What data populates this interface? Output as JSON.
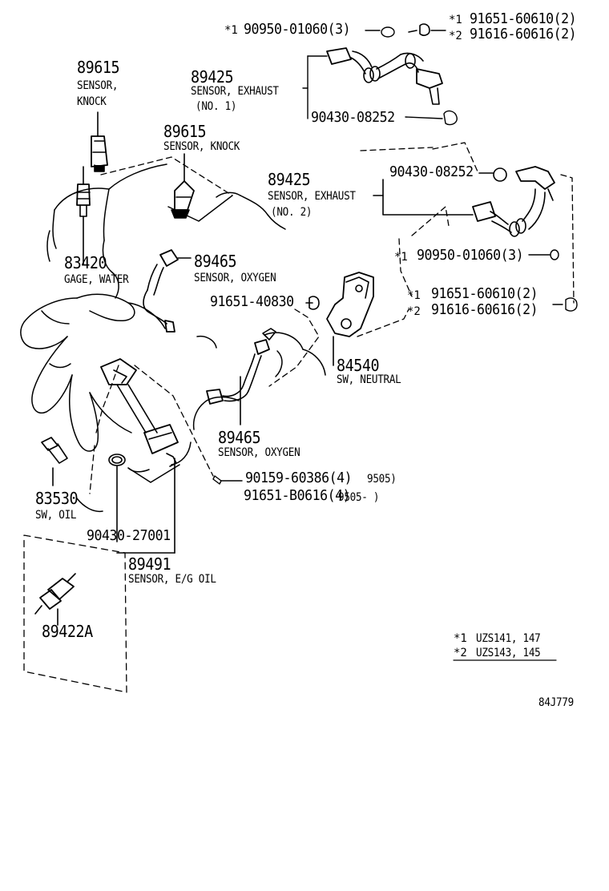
{
  "diagram_id": "84J779",
  "parts": {
    "knock_sensor_1": {
      "number": "89615",
      "name_line1": "SENSOR,",
      "name_line2": "KNOCK"
    },
    "knock_sensor_2": {
      "number": "89615",
      "name": "SENSOR, KNOCK"
    },
    "exhaust_sensor_1": {
      "number": "89425",
      "name": "SENSOR, EXHAUST",
      "qualifier": "(NO. 1)"
    },
    "exhaust_sensor_2": {
      "number": "89425",
      "name": "SENSOR, EXHAUST",
      "qualifier": "(NO. 2)"
    },
    "water_gage": {
      "number": "83420",
      "name": "GAGE, WATER"
    },
    "oxygen_sensor_1": {
      "number": "89465",
      "name": "SENSOR, OXYGEN"
    },
    "oxygen_sensor_2": {
      "number": "89465",
      "name": "SENSOR, OXYGEN"
    },
    "neutral_switch": {
      "number": "84540",
      "name": "SW, NEUTRAL"
    },
    "oil_switch": {
      "number": "83530",
      "name": "SW, OIL"
    },
    "eg_oil_sensor": {
      "number": "89491",
      "name": "SENSOR, E/G OIL"
    },
    "sender_89422a": {
      "number": "89422A"
    }
  },
  "fasteners": {
    "top_clip": {
      "marker": "*1",
      "number": "90950-01060(3)"
    },
    "top_nut_1": {
      "marker": "*1",
      "number": "91651-60610(2)"
    },
    "top_nut_2": {
      "marker": "*2",
      "number": "91616-60616(2)"
    },
    "gasket_upper": {
      "number": "90430-08252"
    },
    "gasket_right": {
      "number": "90430-08252"
    },
    "right_clip": {
      "marker": "*1",
      "number": "90950-01060(3)"
    },
    "right_nut_1": {
      "marker": "*1",
      "number": "91651-60610(2)"
    },
    "right_nut_2": {
      "marker": "*2",
      "number": "91616-60616(2)"
    },
    "neutral_bolt": {
      "number": "91651-40830"
    },
    "sensor_screw_1": {
      "number": "90159-60386(4)",
      "date": "9505)"
    },
    "sensor_screw_2": {
      "number": "91651-B0616(4)",
      "date": "9505-   )"
    },
    "oil_gasket": {
      "number": "90430-27001"
    }
  },
  "legend": [
    {
      "marker": "*1",
      "models": "UZS141, 147"
    },
    {
      "marker": "*2",
      "models": "UZS143, 145"
    }
  ]
}
